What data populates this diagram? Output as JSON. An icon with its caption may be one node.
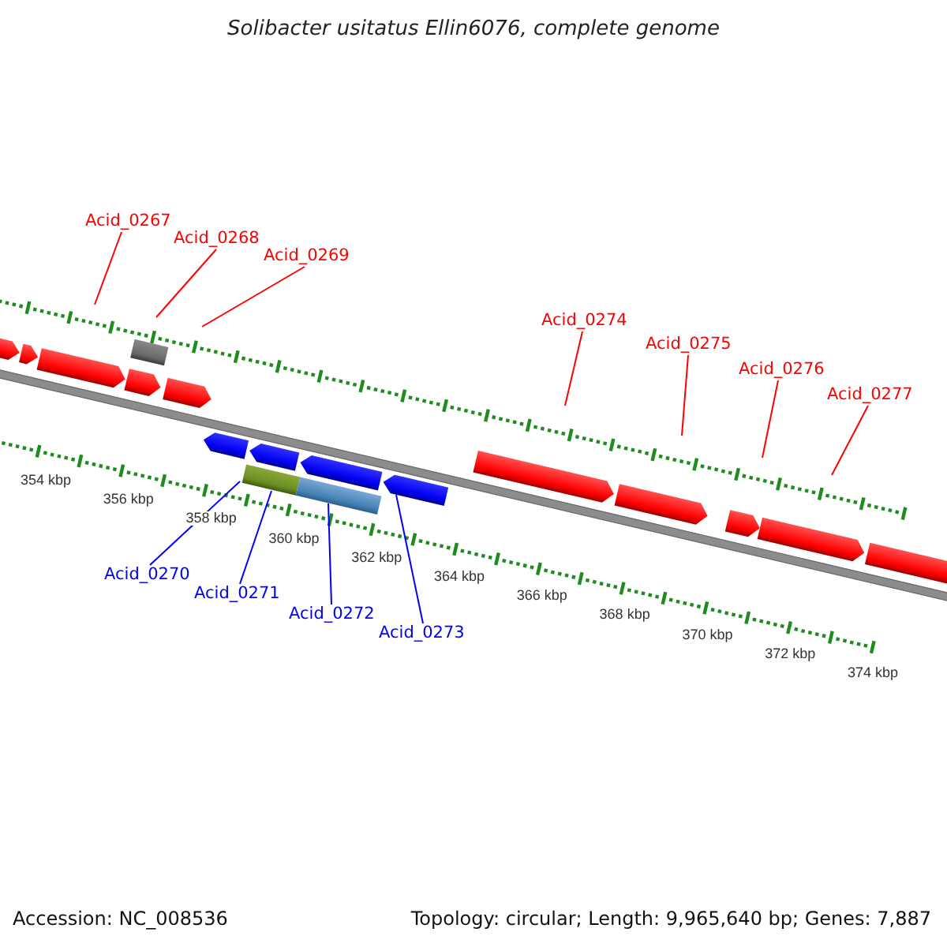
{
  "diagram": {
    "title": "Solibacter usitatus Ellin6076, complete genome",
    "nodes": [
      {
        "text": [
          "Acid_0267"
        ]
      },
      {
        "text": [
          "Acid_0268"
        ]
      },
      {
        "text": [
          "Acid_0269"
        ]
      },
      {
        "text": [
          "Acid_0274"
        ]
      },
      {
        "text": [
          "Acid_0275"
        ]
      },
      {
        "text": [
          "Acid_0276"
        ]
      },
      {
        "text": [
          "Acid_0277"
        ]
      },
      {
        "text": [
          "Acid_0270"
        ]
      },
      {
        "text": [
          "Acid_0271"
        ]
      },
      {
        "text": [
          "Acid_0272"
        ]
      },
      {
        "text": [
          "Acid_0273"
        ]
      },
      {
        "text": [],
        "shape": "arrow"
      },
      {
        "text": [],
        "shape": "arrow"
      },
      {
        "text": [],
        "shape": "arrow"
      },
      {
        "text": [],
        "shape": "box"
      },
      {
        "text": [],
        "shape": "arrow"
      },
      {
        "text": [],
        "shape": "arrow"
      },
      {
        "text": [],
        "shape": "arrow"
      },
      {
        "text": [],
        "shape": "arrow"
      },
      {
        "text": [],
        "shape": "box"
      },
      {
        "text": [],
        "shape": "arrow"
      },
      {
        "text": [],
        "shape": "box"
      },
      {
        "text": [],
        "shape": "arrow"
      },
      {
        "text": [],
        "shape": "arrow"
      },
      {
        "text": [],
        "shape": "arrow"
      },
      {
        "text": [],
        "shape": "arrow"
      },
      {
        "text": [],
        "shape": "arrow"
      },
      {
        "text": [],
        "shape": "arrow"
      }
    ],
    "edges": [
      {
        "from": 0,
        "to": null,
        "arrow": "none"
      },
      {
        "from": 1,
        "to": null,
        "arrow": "none"
      },
      {
        "from": 2,
        "to": null,
        "arrow": "none"
      },
      {
        "from": 3,
        "to": null,
        "arrow": "none"
      },
      {
        "from": 4,
        "to": null,
        "arrow": "none"
      },
      {
        "from": 5,
        "to": null,
        "arrow": "none"
      },
      {
        "from": 6,
        "to": null,
        "arrow": "none"
      },
      {
        "from": 7,
        "to": 19,
        "arrow": "none",
        "color": "#0000ff"
      },
      {
        "from": 8,
        "to": 19,
        "arrow": "none",
        "color": "#0000ff"
      },
      {
        "from": 9,
        "to": 21,
        "arrow": "none",
        "color": "#0000ff"
      },
      {
        "from": 10,
        "to": 22,
        "arrow": "none",
        "color": "#0000ff"
      }
    ],
    "labels": [
      "354 kbp",
      "356 kbp",
      "358 kbp",
      "360 kbp",
      "362 kbp",
      "364 kbp",
      "366 kbp",
      "368 kbp",
      "370 kbp",
      "372 kbp",
      "374 kbp",
      "Accession: NC_008536",
      "Topology: circular; Length: 9,965,640 bp; Genes: 7,887"
    ]
  }
}
